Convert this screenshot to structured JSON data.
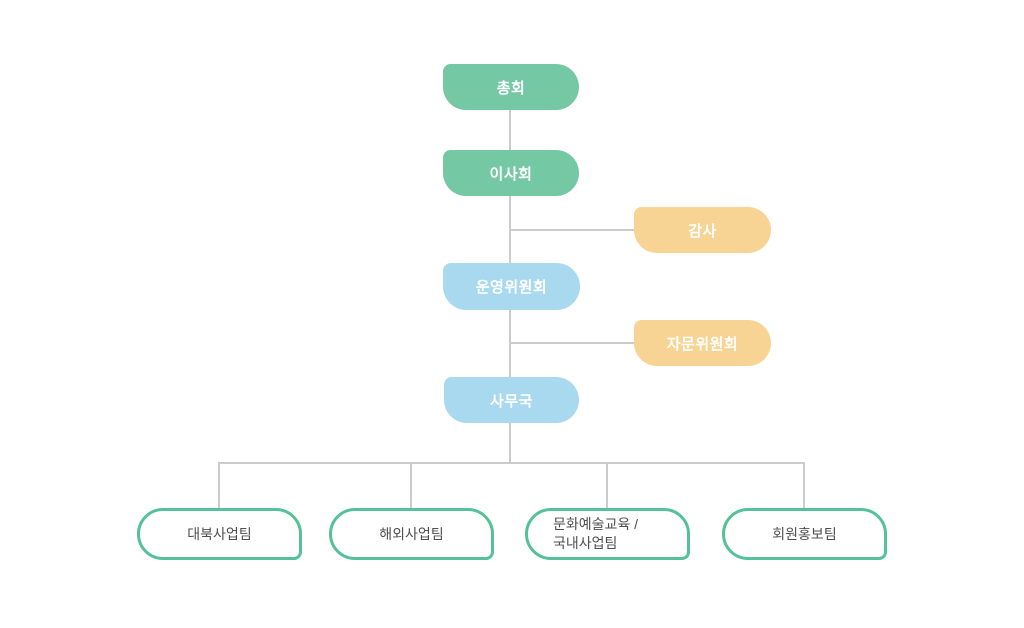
{
  "diagram": {
    "type": "org-chart",
    "nodes": [
      {
        "id": "general-assembly",
        "label": "총회",
        "color": "green"
      },
      {
        "id": "board-of-directors",
        "label": "이사회",
        "color": "green"
      },
      {
        "id": "auditor",
        "label": "감사",
        "color": "yellow"
      },
      {
        "id": "steering-committee",
        "label": "운영위원회",
        "color": "blue"
      },
      {
        "id": "advisory-committee",
        "label": "자문위원회",
        "color": "yellow"
      },
      {
        "id": "secretariat",
        "label": "사무국",
        "color": "blue"
      },
      {
        "id": "team-north-korea",
        "label": "대북사업팀",
        "color": "outline"
      },
      {
        "id": "team-overseas",
        "label": "해외사업팀",
        "color": "outline"
      },
      {
        "id": "team-culture-domestic",
        "line1": "문화예술교육 /",
        "line2": "국내사업팀",
        "color": "outline"
      },
      {
        "id": "team-member-pr",
        "label": "회원홍보팀",
        "color": "outline"
      }
    ],
    "edges": [
      [
        "general-assembly",
        "board-of-directors"
      ],
      [
        "board-of-directors",
        "auditor"
      ],
      [
        "board-of-directors",
        "steering-committee"
      ],
      [
        "steering-committee",
        "advisory-committee"
      ],
      [
        "steering-committee",
        "secretariat"
      ],
      [
        "secretariat",
        "team-north-korea"
      ],
      [
        "secretariat",
        "team-overseas"
      ],
      [
        "secretariat",
        "team-culture-domestic"
      ],
      [
        "secretariat",
        "team-member-pr"
      ]
    ],
    "colors": {
      "green": "#75C8A4",
      "yellow": "#F7D493",
      "blue": "#A8D9EF",
      "team_border": "#54C198",
      "team_text": "#4F4F4F",
      "node_text": "#FFFFFF",
      "connector": "#CCCCCC",
      "background": "#FFFFFF"
    }
  }
}
